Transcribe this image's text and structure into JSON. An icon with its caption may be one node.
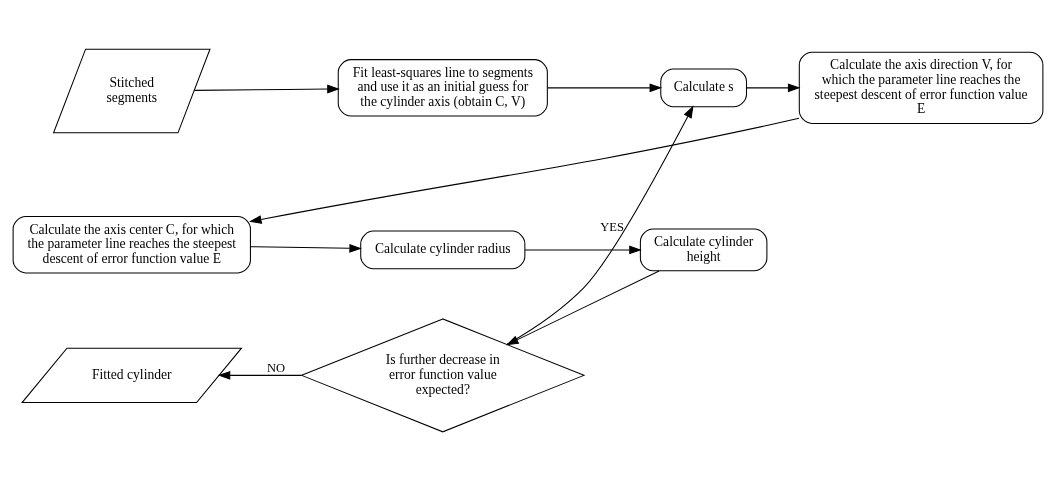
{
  "diagram": {
    "nodes": [
      {
        "text": [
          "Stitched segments"
        ]
      },
      {
        "text": [
          "Fit least-squares line to segments and use it as an initial guess for the cylinder axis (obtain C, V)"
        ]
      },
      {
        "text": [
          "Calculate s"
        ]
      },
      {
        "text": [
          "Calculate the axis direction V, for which the parameter line reaches the steepest descent of error function value E"
        ]
      },
      {
        "text": [
          "Calculate the axis center C, for which the parameter line reaches the steepest descent of error function value E"
        ]
      },
      {
        "text": [
          "Calculate cylinder radius"
        ]
      },
      {
        "text": [
          "Calculate cylinder height"
        ]
      },
      {
        "text": [
          "Is further decrease in error function value expected?"
        ]
      },
      {
        "text": [
          "Fitted cylinder"
        ]
      }
    ],
    "edges": [
      {
        "from": 0,
        "to": 1,
        "arrow": "to"
      },
      {
        "from": 1,
        "to": 2,
        "arrow": "to"
      },
      {
        "from": 2,
        "to": 3,
        "arrow": "to"
      },
      {
        "from": 3,
        "to": 4,
        "arrow": "to"
      },
      {
        "from": 4,
        "to": 5,
        "arrow": "to"
      },
      {
        "from": 5,
        "to": 6,
        "arrow": "to"
      },
      {
        "from": 6,
        "to": 7,
        "arrow": "to"
      },
      {
        "from": 7,
        "to": 8,
        "label": "NO",
        "arrow": "to"
      },
      {
        "from": 7,
        "to": 2,
        "label": "YES",
        "arrow": "to"
      }
    ]
  }
}
